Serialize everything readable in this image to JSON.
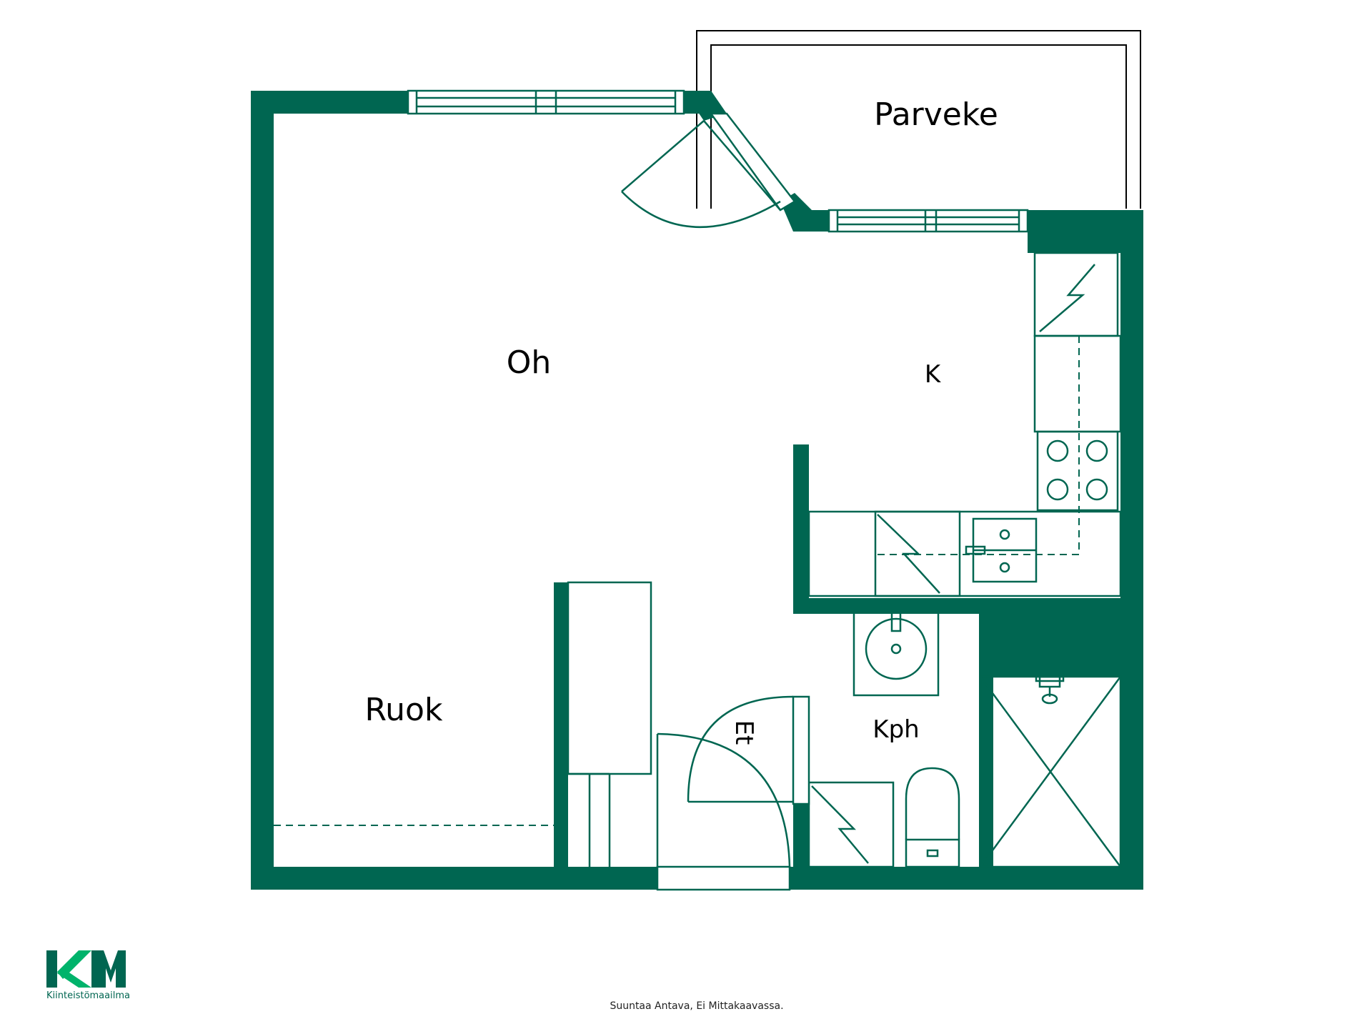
{
  "rooms": {
    "parveke": "Parveke",
    "oh": "Oh",
    "k": "K",
    "ruok": "Ruok",
    "et": "Et",
    "kph": "Kph"
  },
  "logo": {
    "brand": "KM",
    "name": "Kiinteistömaailma"
  },
  "footer": {
    "disclaimer": "Suuntaa Antava, Ei Mittakaavassa."
  },
  "colors": {
    "wall": "#006651",
    "logo_light": "#00B36B",
    "logo_dark": "#006651",
    "text": "#000000"
  }
}
